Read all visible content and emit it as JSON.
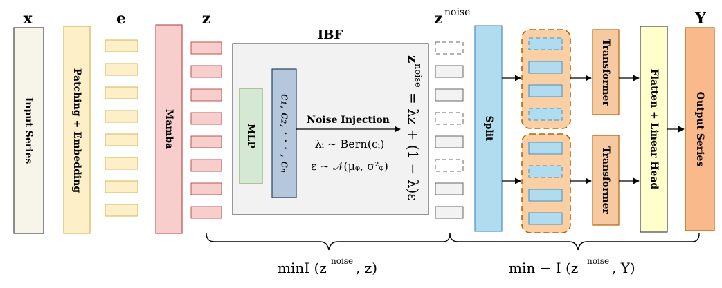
{
  "labels": {
    "x": "x",
    "e": "e",
    "z": "z",
    "z_noise": "z",
    "z_noise_sup": "noise",
    "Y": "Y",
    "ibf_title": "IBF",
    "input_series": "Input Series",
    "patching": "Patching + Embedding",
    "mamba": "Mamba",
    "mlp": "MLP",
    "coeffs": "c₁, c₂, · · · , cₙ",
    "noise_injection": "Noise Injection",
    "bern": "λᵢ ∼ Bern(cᵢ)",
    "gauss": "ε ∼ 𝒩(μᵩ, σ²ᵩ)",
    "znoise_eq": "z",
    "znoise_eq_sup": "noise",
    "znoise_eq_rhs": "= λz + (1 − λ)ε",
    "split": "Split",
    "transformer_1": "Transformer",
    "transformer_2": "Transformer",
    "flatten": "Flatten + Linear Head",
    "output_series": "Output Series",
    "min_left": "minI (z",
    "min_left_sup": "noise",
    "min_left_end": ", z)",
    "min_right": "min − I (z",
    "min_right_sup": "noise",
    "min_right_end": ", Y)"
  },
  "colors": {
    "input_fill": "#f7f4ea",
    "patch_fill": "#fdf0c8",
    "patch_stroke": "#d6b656",
    "mamba_fill": "#f8cecc",
    "mamba_stroke": "#b85450",
    "ibf_fill": "#f2f2f2",
    "mlp_fill": "#d5e8d4",
    "mlp_stroke": "#82b366",
    "coeff_fill": "#b4c7dc",
    "coeff_stroke": "#23445d",
    "split_fill": "#b1dcf0",
    "split_stroke": "#4a8fc0",
    "group_fill": "#f9cfa3",
    "group_stroke": "#b46504",
    "trans_fill": "#f7c9a0",
    "trans_stroke": "#b46504",
    "flatten_fill": "#ffffcc",
    "output_fill": "#f9b98a",
    "output_stroke": "#b46504"
  }
}
